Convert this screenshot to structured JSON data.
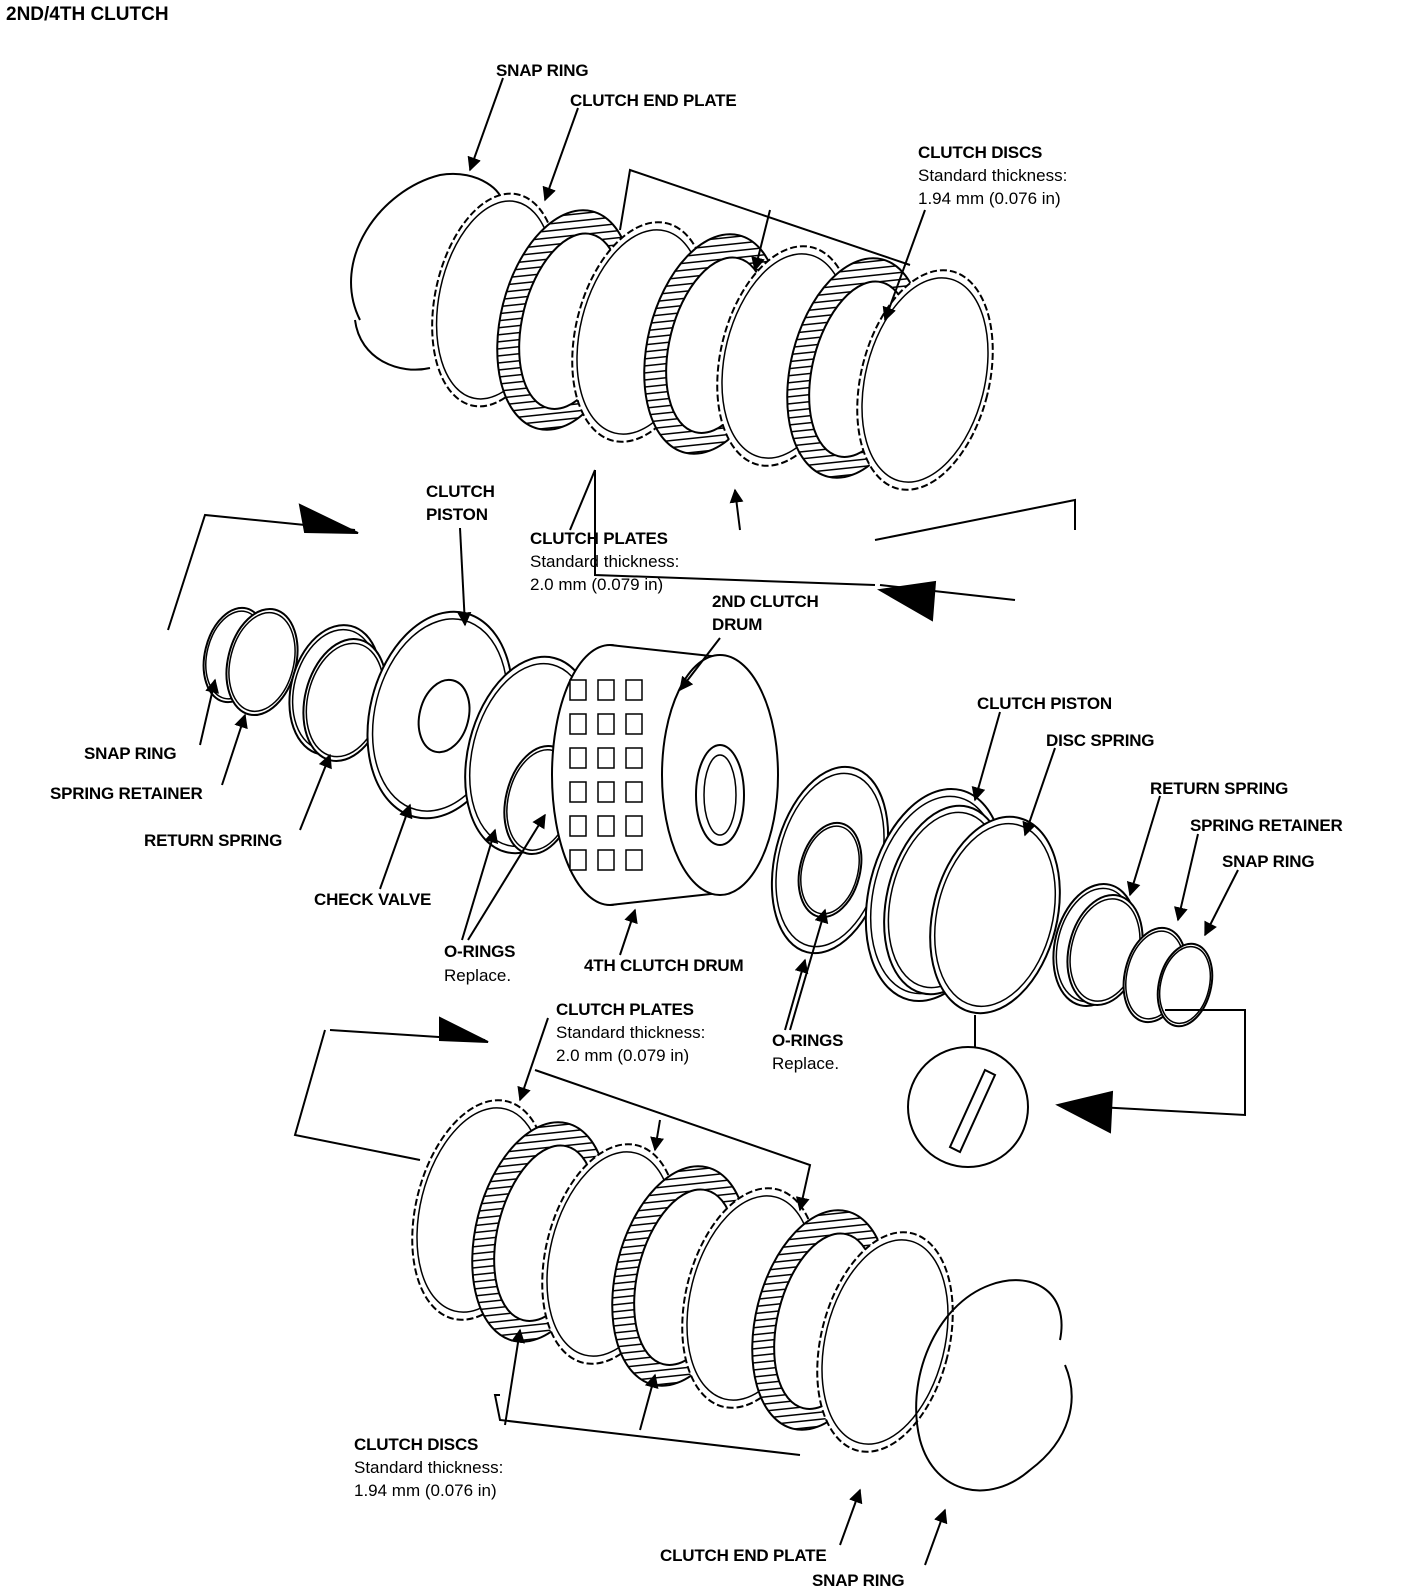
{
  "title": "2ND/4TH CLUTCH",
  "labels": {
    "top_snap_ring": "SNAP RING",
    "top_clutch_end_plate": "CLUTCH END PLATE",
    "top_clutch_discs": "CLUTCH DISCS",
    "top_clutch_discs_std": "Standard thickness:",
    "top_clutch_discs_value": "1.94 mm (0.076 in)",
    "clutch_piston_left_1": "CLUTCH",
    "clutch_piston_left_2": "PISTON",
    "top_clutch_plates": "CLUTCH PLATES",
    "top_clutch_plates_std": "Standard thickness:",
    "top_clutch_plates_value": "2.0 mm (0.079 in)",
    "drum_2nd_1": "2ND CLUTCH",
    "drum_2nd_2": "DRUM",
    "left_snap_ring": "SNAP RING",
    "left_spring_retainer": "SPRING RETAINER",
    "left_return_spring": "RETURN SPRING",
    "check_valve": "CHECK VALVE",
    "orings_left": "O-RINGS",
    "orings_left_note": "Replace.",
    "drum_4th": "4TH CLUTCH DRUM",
    "right_clutch_piston": "CLUTCH PISTON",
    "disc_spring": "DISC SPRING",
    "right_return_spring": "RETURN SPRING",
    "right_spring_retainer": "SPRING RETAINER",
    "right_snap_ring": "SNAP RING",
    "orings_right": "O-RINGS",
    "orings_right_note": "Replace.",
    "bottom_clutch_plates": "CLUTCH PLATES",
    "bottom_clutch_plates_std": "Standard thickness:",
    "bottom_clutch_plates_value": "2.0 mm (0.079 in)",
    "bottom_clutch_discs": "CLUTCH DISCS",
    "bottom_clutch_discs_std": "Standard thickness:",
    "bottom_clutch_discs_value": "1.94 mm (0.076 in)",
    "bottom_clutch_end_plate": "CLUTCH END PLATE",
    "bottom_snap_ring": "SNAP RING"
  },
  "colors": {
    "ink": "#000000",
    "paper": "#ffffff"
  }
}
